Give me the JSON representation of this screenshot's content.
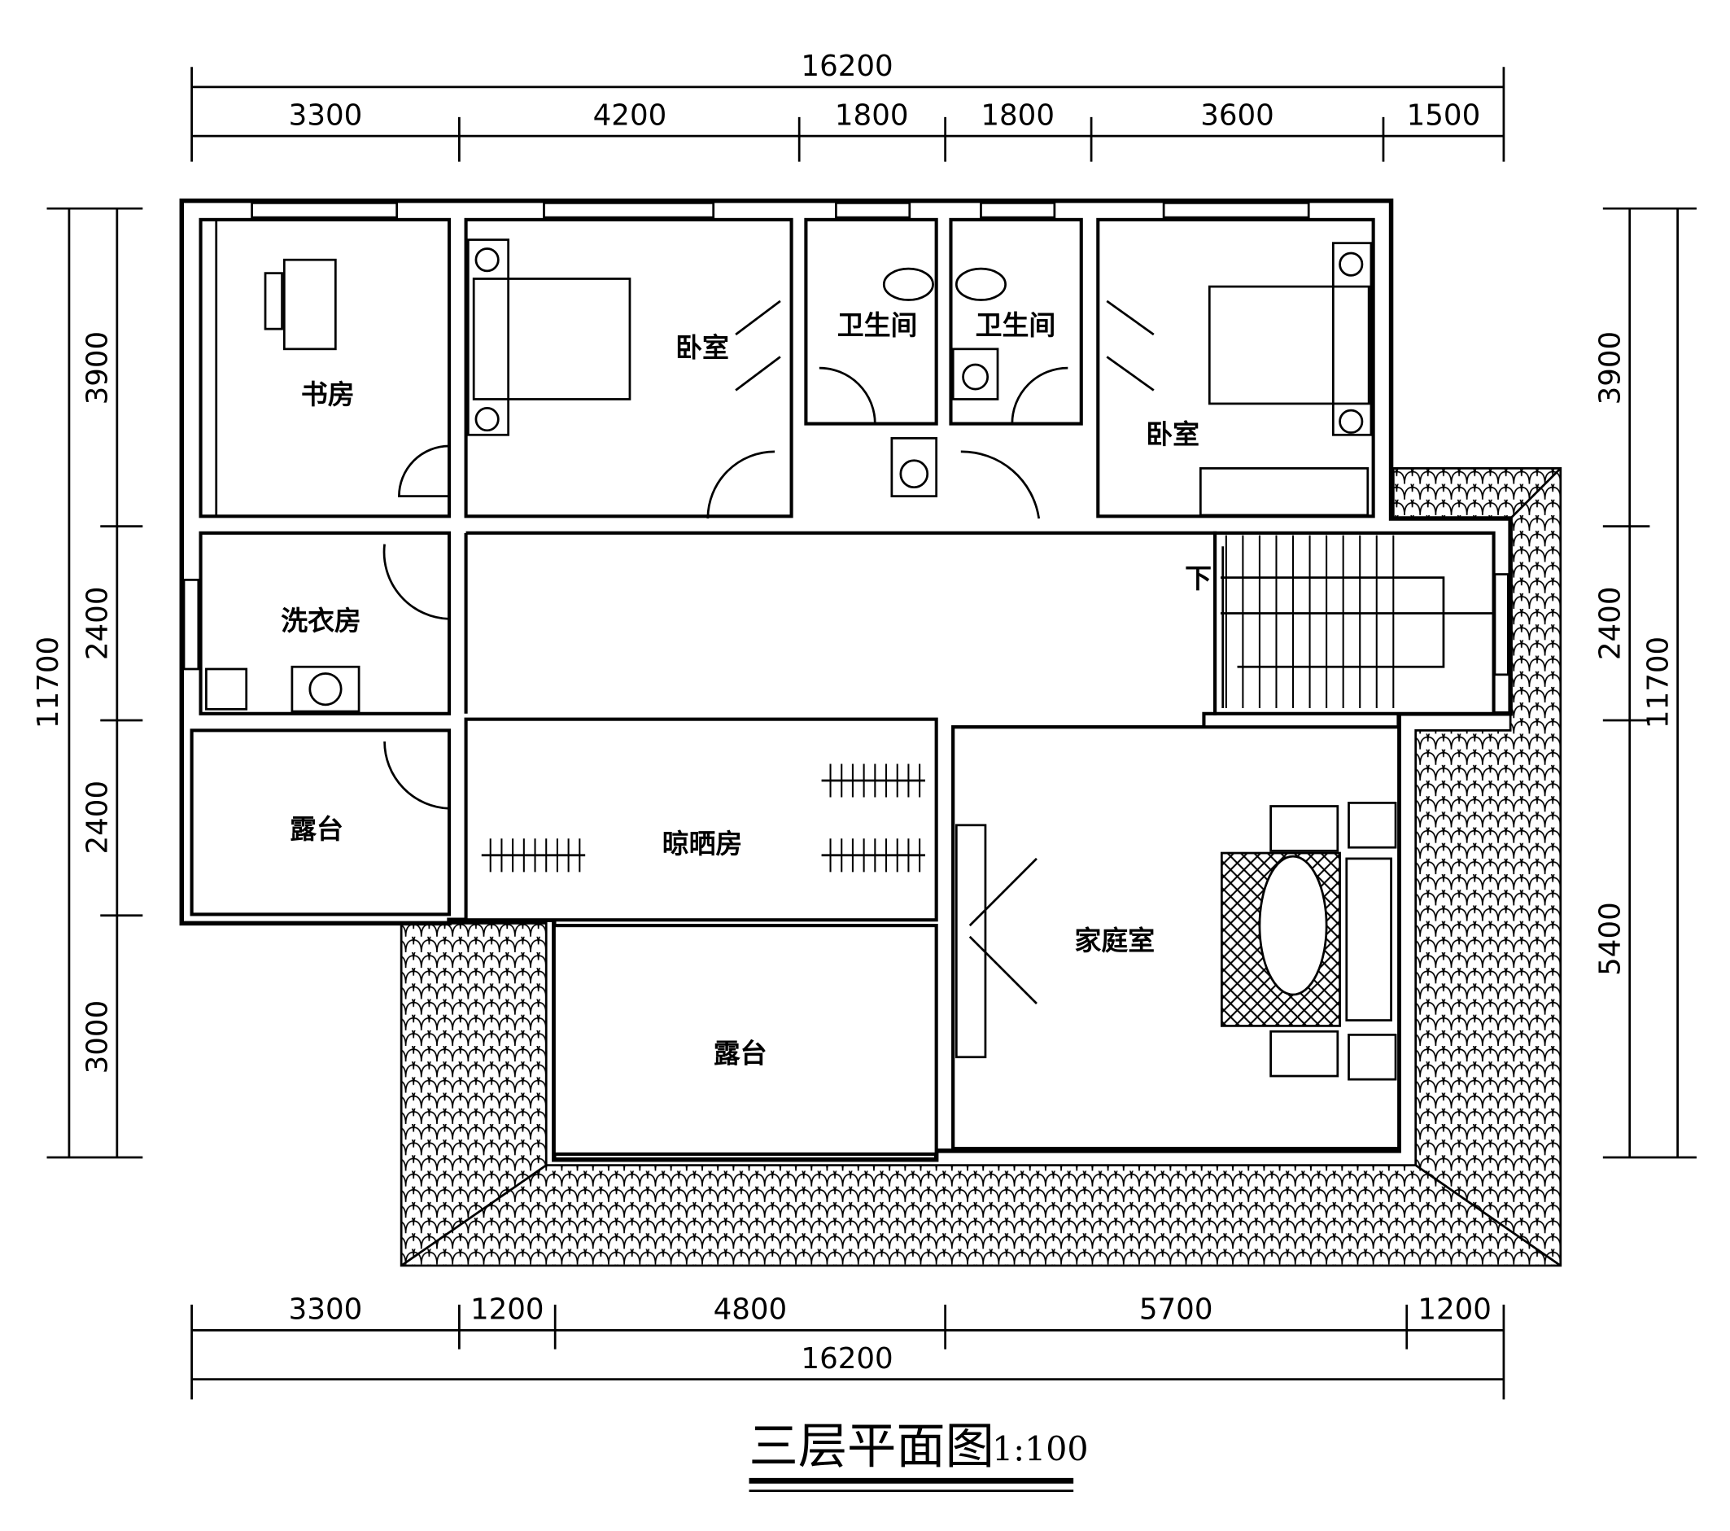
{
  "title": "三层平面图",
  "scale": "1:100",
  "dimensions": {
    "top_total": "16200",
    "top_parts": [
      "3300",
      "4200",
      "1800",
      "1800",
      "3600",
      "1500"
    ],
    "bottom_total": "16200",
    "bottom_parts": [
      "3300",
      "1200",
      "4800",
      "5700",
      "1200"
    ],
    "left_total": "11700",
    "left_parts": [
      "3900",
      "2400",
      "2400",
      "3000"
    ],
    "right_total": "11700",
    "right_parts": [
      "3900",
      "2400",
      "5400"
    ]
  },
  "rooms": {
    "study": "书房",
    "bedroom1": "卧室",
    "bath1": "卫生间",
    "bath2": "卫生间",
    "bedroom2": "卧室",
    "laundry": "洗衣房",
    "terrace1": "露台",
    "drying": "晾晒房",
    "terrace2": "露台",
    "family": "家庭室",
    "stair_down": "下"
  }
}
